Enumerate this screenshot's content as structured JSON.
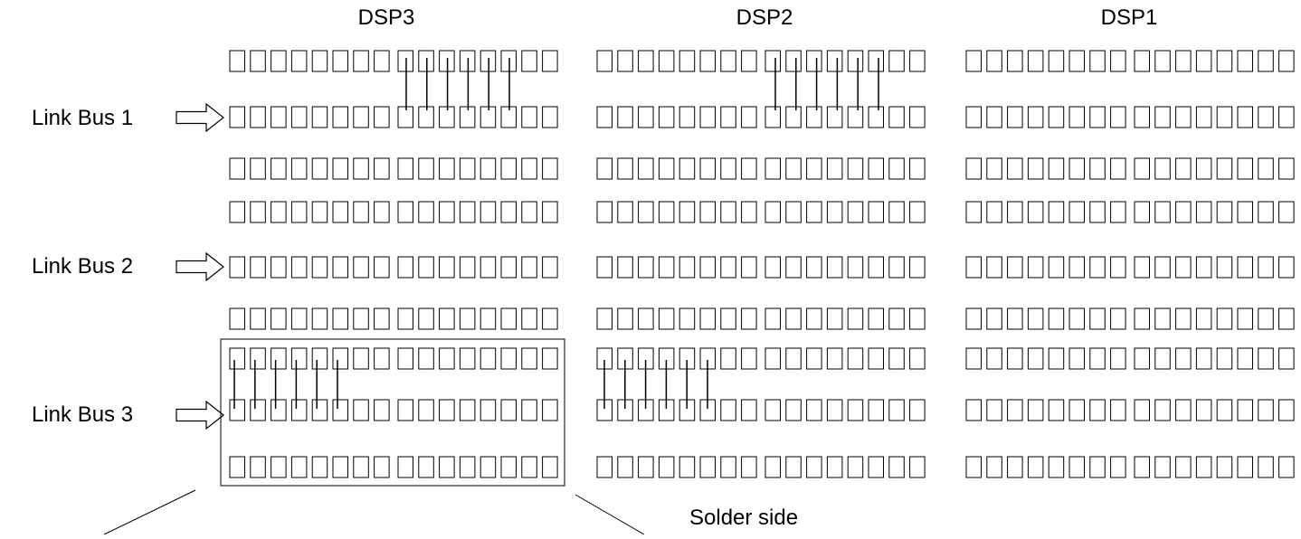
{
  "columns": [
    {
      "label": "DSP3"
    },
    {
      "label": "DSP2"
    },
    {
      "label": "DSP1"
    }
  ],
  "link_buses": [
    {
      "label": "Link Bus 1"
    },
    {
      "label": "Link Bus 2"
    },
    {
      "label": "Link Bus 3"
    }
  ],
  "annotation": {
    "label": "Solder side"
  },
  "colors": {
    "ink": "#000000",
    "background": "#ffffff"
  }
}
